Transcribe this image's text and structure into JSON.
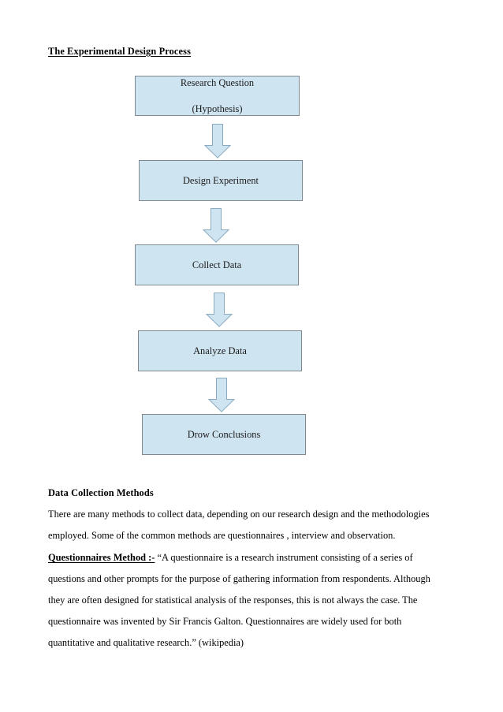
{
  "document": {
    "title": "The Experimental Design Process",
    "background_color": "#ffffff",
    "text_color": "#000000"
  },
  "flowchart": {
    "box_fill_color": "#cfe4f1",
    "box_border_color": "#7f888f",
    "arrow_fill_color": "#cfe4f1",
    "arrow_border_color": "#8ba9bf",
    "nodes": [
      {
        "id": "research-question",
        "line1": "Research Question",
        "line2": "(Hypothesis)"
      },
      {
        "id": "design-experiment",
        "line1": "Design Experiment",
        "line2": ""
      },
      {
        "id": "collect-data",
        "line1": "Collect Data",
        "line2": ""
      },
      {
        "id": "analyze-data",
        "line1": "Analyze Data",
        "line2": ""
      },
      {
        "id": "drow-conclusions",
        "line1": "Drow Conclusions",
        "line2": ""
      }
    ],
    "connectors": [
      {
        "id": "arrow-1",
        "icon": "down-arrow-icon",
        "from": "research-question",
        "to": "design-experiment"
      },
      {
        "id": "arrow-2",
        "icon": "down-arrow-icon",
        "from": "design-experiment",
        "to": "collect-data"
      },
      {
        "id": "arrow-3",
        "icon": "down-arrow-icon",
        "from": "collect-data",
        "to": "analyze-data"
      },
      {
        "id": "arrow-4",
        "icon": "down-arrow-icon",
        "from": "analyze-data",
        "to": "drow-conclusions"
      }
    ]
  },
  "sections": {
    "data_collection": {
      "heading": "Data Collection Methods",
      "paragraph": "There are many methods to collect data, depending on our research design and the methodologies employed. Some of the common methods are questionnaires , interview and observation."
    },
    "questionnaires": {
      "lead": "Questionnaires Method :-",
      "paragraph": " “A questionnaire is a research instrument consisting of a series of questions and other prompts for the purpose of gathering information from respondents. Although they are often designed for statistical analysis of the responses, this is not always the case. The questionnaire was invented by Sir Francis Galton. Questionnaires are widely used for both quantitative and qualitative research.” (wikipedia)"
    }
  }
}
